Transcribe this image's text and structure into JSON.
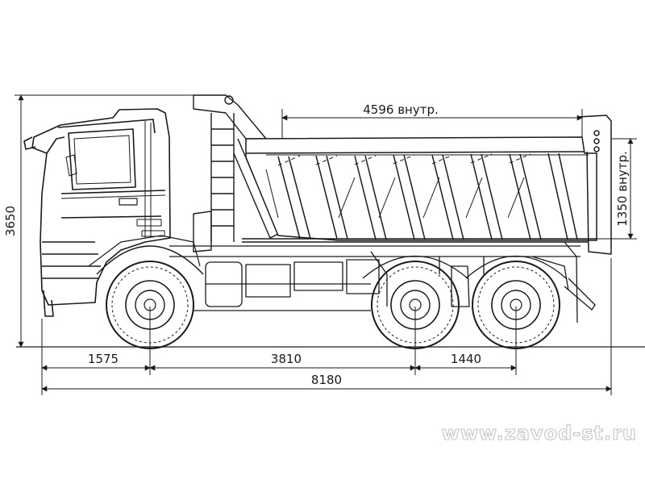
{
  "drawing": {
    "dimensions": {
      "height_total": "3650",
      "body_length": "4596 внутр.",
      "body_height": "1350 внутр.",
      "front_overhang": "1575",
      "wheelbase_main": "3810",
      "rear_axle_spacing": "1440",
      "length_total": "8180"
    },
    "watermark": "www.zavod-st.ru"
  }
}
